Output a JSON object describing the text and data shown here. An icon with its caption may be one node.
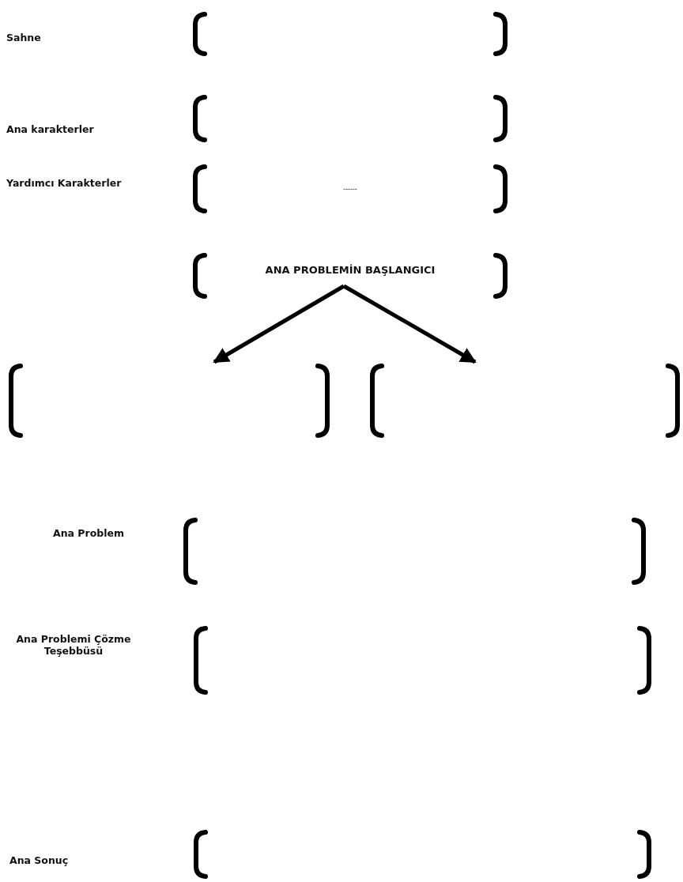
{
  "diagram": {
    "nodes": [
      {
        "text": [],
        "shape": "bracket"
      },
      {
        "text": [],
        "shape": "bracket"
      },
      {
        "text": [
          "------"
        ]
      },
      {
        "text": [
          "ANA PROBLEMİN BAŞLANGICI"
        ]
      },
      {
        "text": [],
        "shape": "bracket"
      },
      {
        "text": [],
        "shape": "bracket"
      },
      {
        "text": [],
        "shape": "bracket"
      },
      {
        "text": [],
        "shape": "bracket"
      },
      {
        "text": [],
        "shape": "bracket"
      }
    ],
    "edges": [
      {
        "from": 3,
        "to": 4,
        "arrow": "to"
      },
      {
        "from": 3,
        "to": 5,
        "arrow": "to"
      }
    ],
    "labels": [
      "Sahne",
      "Ana karakterler",
      "Yardımcı Karakterler",
      "Ana Problem",
      "Ana Problemi Çözme Teşebbüsü",
      "Ana Sonuç"
    ]
  }
}
